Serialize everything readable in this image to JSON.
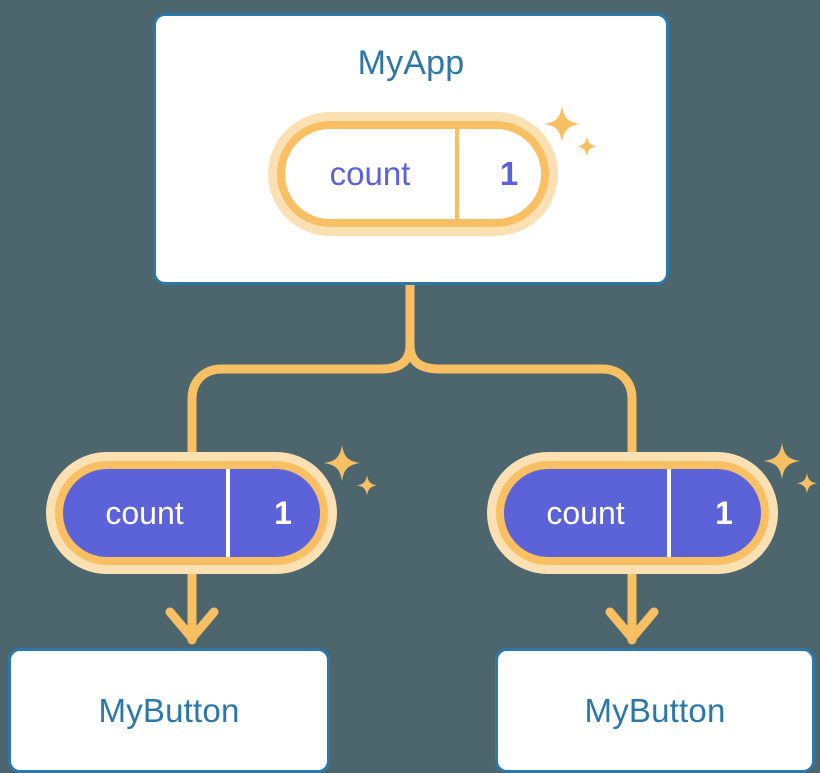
{
  "diagram": {
    "title_hidden": "",
    "background_color": "#4d666e",
    "accent_orange": "#f9bf63",
    "accent_orange_light": "#fbe0b4",
    "accent_blue": "#2b78ab",
    "accent_indigo": "#5c63d8"
  },
  "root": {
    "card_label": "MyApp",
    "state": {
      "key": "count",
      "value": "1"
    },
    "sparkle_icon": "sparkles-icon"
  },
  "children": [
    {
      "state": {
        "key": "count",
        "value": "1"
      },
      "card_label": "MyButton",
      "sparkle_icon": "sparkles-icon"
    },
    {
      "state": {
        "key": "count",
        "value": "1"
      },
      "card_label": "MyButton",
      "sparkle_icon": "sparkles-icon"
    }
  ],
  "connectors": {
    "stem_icon": "tree-branch-connector",
    "arrow_icon": "arrow-down-icon",
    "color": "#f9bf63"
  }
}
